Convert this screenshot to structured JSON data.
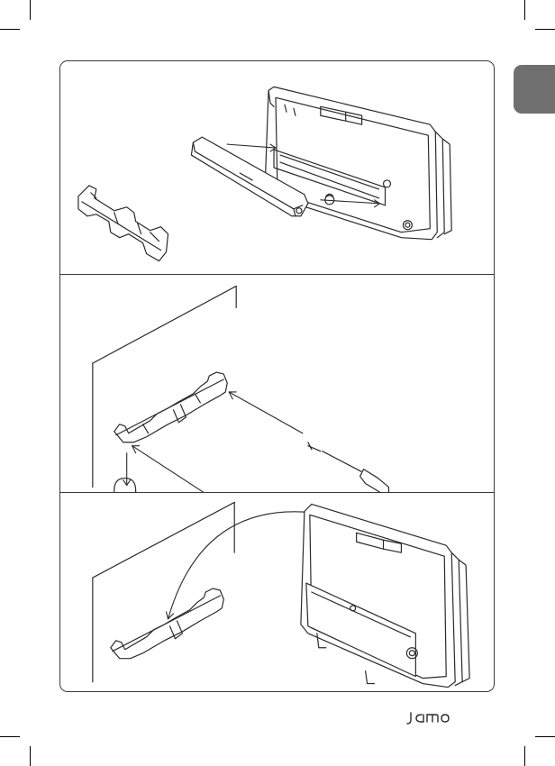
{
  "document": {
    "type": "wall-mount installation instruction page",
    "steps": [
      {
        "id": 1,
        "illustration": "remove-bracket-from-speaker-back"
      },
      {
        "id": 2,
        "illustration": "screw-bracket-to-wall"
      },
      {
        "id": 3,
        "illustration": "hang-speaker-on-bracket"
      }
    ]
  },
  "brand": {
    "logo_name": "jamo-logo",
    "logo_text": "jamo"
  },
  "colors": {
    "line": "#2a2a2a",
    "tab": "#6f6f6f",
    "paper": "#ffffff"
  },
  "icons": [
    "padlock-icon",
    "screwdriver-icon",
    "screw-icon",
    "arrow-icon"
  ]
}
